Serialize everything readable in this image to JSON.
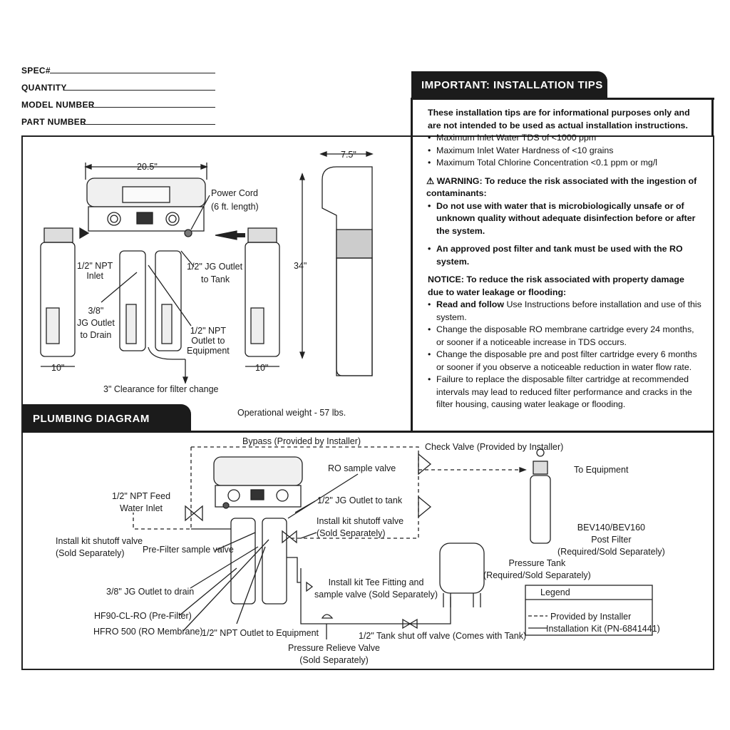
{
  "form": {
    "spec": "SPEC#",
    "quantity": "QUANTITY",
    "model_number": "MODEL NUMBER",
    "part_number": "PART NUMBER"
  },
  "tips": {
    "header": "IMPORTANT: INSTALLATION TIPS",
    "intro": "These installation tips are for informational purposes only and are not intended to be used as actual installation instructions.",
    "limits": [
      "Maximum Inlet Water TDS of <1000 ppm",
      "Maximum Inlet Water Hardness of <10 grains",
      "Maximum Total Chlorine Concentration <0.1 ppm or mg/l"
    ],
    "warning_head": "WARNING: To reduce the risk associated with the ingestion of contaminants:",
    "warning_items": [
      "Do not use with water that is microbiologically unsafe or of unknown quality without adequate disinfection before or after the system.",
      "An approved post filter and tank must be used with the RO system."
    ],
    "notice_head": "NOTICE: To reduce the risk associated with property damage due to water leakage or flooding:",
    "notice_first_bold": "Read and follow",
    "notice_first_rest": " Use Instructions before installation and use of this system.",
    "notice_items": [
      "Change the disposable RO membrane cartridge every 24 months, or sooner if a noticeable increase in TDS occurs.",
      "Change the disposable pre and post filter cartridge every 6 months or sooner if you observe a noticeable reduction in water flow rate.",
      "Failure to replace the disposable filter cartridge at recommended intervals may lead to reduced filter performance and cracks in the filter housing, causing water leakage or flooding."
    ]
  },
  "dimensions": {
    "width_top": "20.5\"",
    "depth": "7.5\"",
    "height": "34\"",
    "left_filter_width": "10\"",
    "right_filter_width": "10\"",
    "power_cord": "Power Cord",
    "power_cord_len": "(6 ft. length)",
    "npt_inlet_1": "1/2\" NPT",
    "npt_inlet_2": "Inlet",
    "jg_tank_1": "1/2\" JG Outlet",
    "jg_tank_2": "to Tank",
    "jg_drain_1": "3/8\"",
    "jg_drain_2": "JG Outlet",
    "jg_drain_3": "to Drain",
    "npt_equip_1": "1/2\" NPT",
    "npt_equip_2": "Outlet to",
    "npt_equip_3": "Equipment",
    "clearance": "3\" Clearance for filter change",
    "weight": "Operational weight - 57 lbs."
  },
  "plumbing": {
    "header": "PLUMBING DIAGRAM",
    "bypass": "Bypass (Provided by Installer)",
    "check_valve": "Check Valve (Provided by Installer)",
    "ro_sample": "RO sample valve",
    "to_equipment": "To Equipment",
    "feed_inlet_1": "1/2\" NPT Feed",
    "feed_inlet_2": "Water Inlet",
    "jg_to_tank": "1/2\" JG Outlet to tank",
    "shutoff_right_1": "Install kit shutoff valve",
    "shutoff_right_2": "(Sold Separately)",
    "shutoff_left_1": "Install kit shutoff valve",
    "shutoff_left_2": "(Sold Separately)",
    "prefilter_sample": "Pre-Filter sample valve",
    "post_filter_1": "BEV140/BEV160",
    "post_filter_2": "Post Filter",
    "post_filter_3": "(Required/Sold Separately)",
    "pressure_tank_1": "Pressure Tank",
    "pressure_tank_2": "(Required/Sold Separately)",
    "tee_1": "Install kit Tee Fitting and",
    "tee_2": "sample valve (Sold Separately)",
    "jg_drain": "3/8\" JG Outlet to drain",
    "prefilter": "HF90-CL-RO (Pre-Filter)",
    "membrane": "HFRO 500 (RO Membrane)",
    "npt_equipment": "1/2\" NPT Outlet to Equipment",
    "tank_shutoff": "1/2\" Tank shut off valve (Comes with Tank)",
    "relieve_1": "Pressure Relieve Valve",
    "relieve_2": "(Sold Separately)",
    "legend_title": "Legend",
    "legend_dashed": "Provided by Installer",
    "legend_solid": "Installation Kit (PN-6841441)"
  }
}
